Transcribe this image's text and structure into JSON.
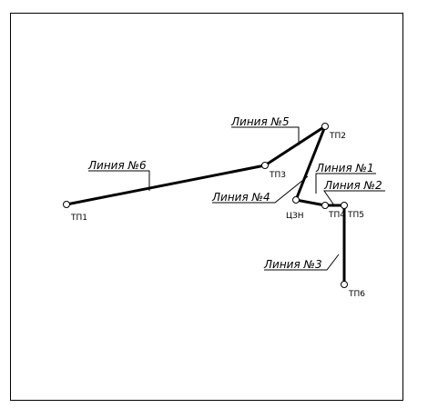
{
  "nodes": {
    "tp1": "ТП1",
    "tp2": "ТП2",
    "tp3": "ТП3",
    "tp4": "ТП4",
    "tp5": "ТП5",
    "tp6": "ТП6",
    "czn": "ЦЗН"
  },
  "lines": {
    "l1": "Линия №1",
    "l2": "Линия №2",
    "l3": "Линия №3",
    "l4": "Линия №4",
    "l5": "Линия №5",
    "l6": "Линия №6"
  },
  "colors": {
    "line": "#000000",
    "background": "#ffffff"
  }
}
